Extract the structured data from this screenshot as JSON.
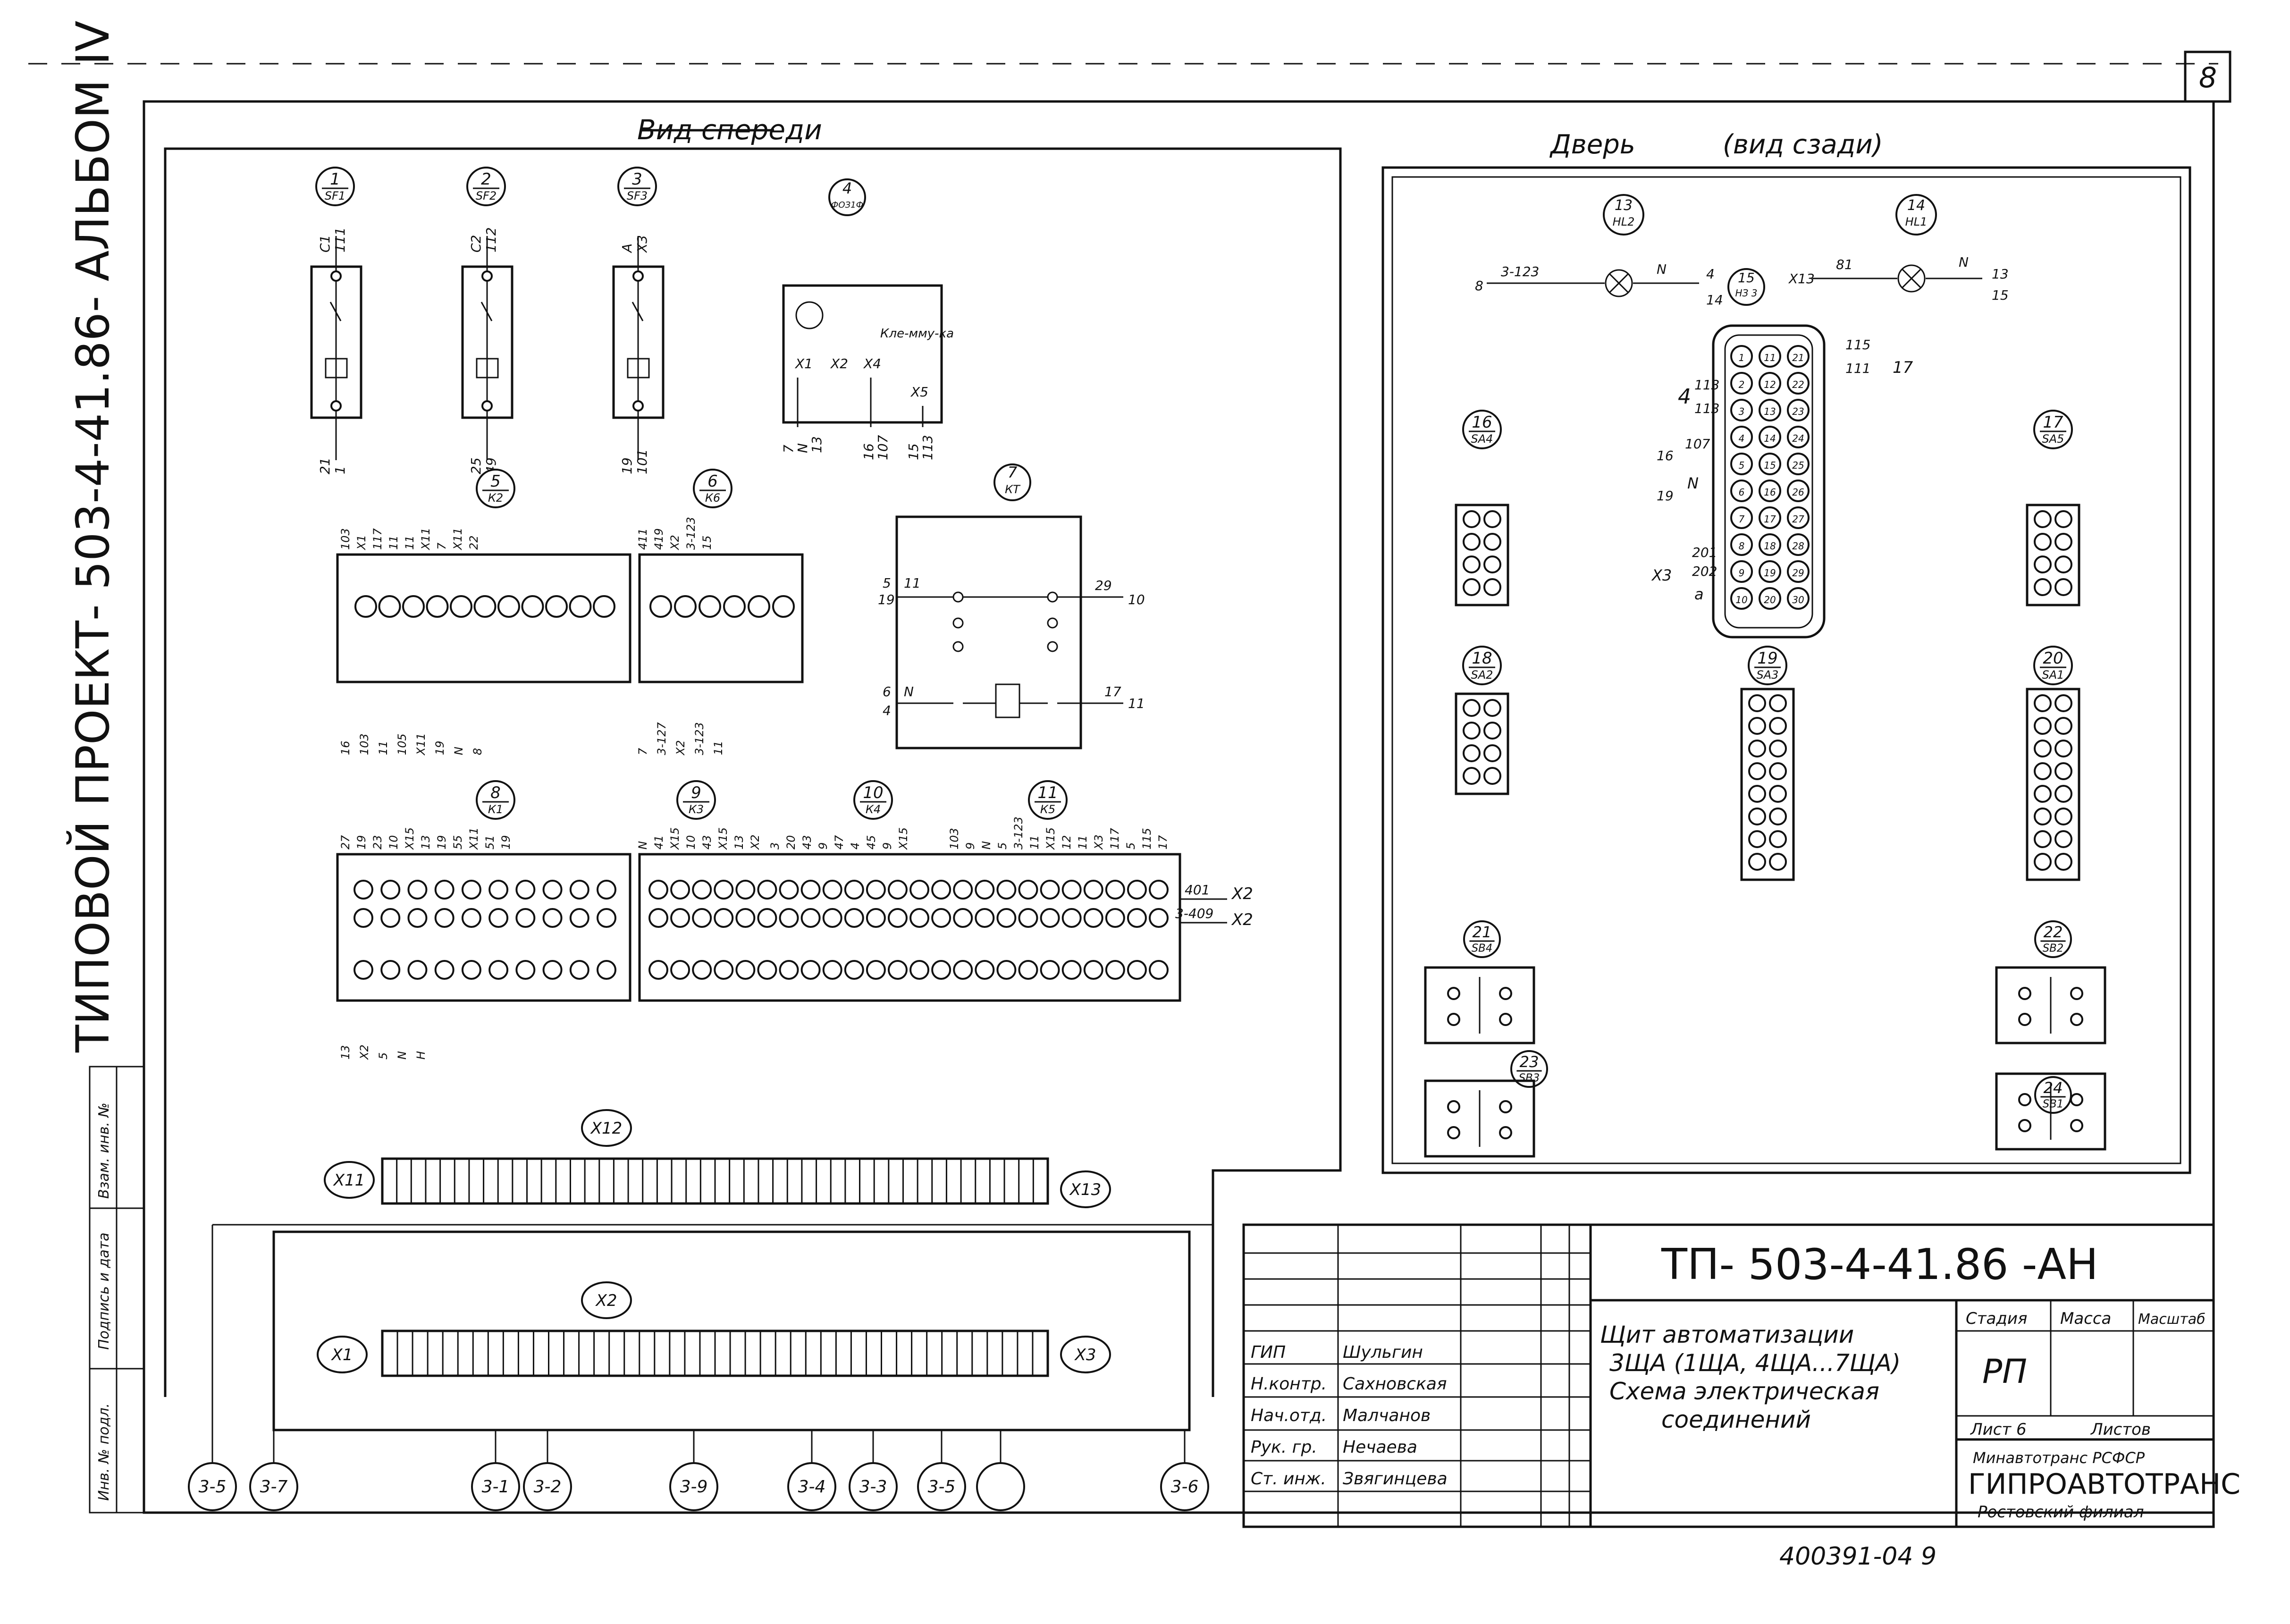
{
  "sheet_number": "8",
  "side_caption": "ТИПОВОЙ  ПРОЕКТ- 503-4-41.86- АЛЬБОМ IV",
  "side_table": [
    "Взам. инв. №",
    "Подпись и дата",
    "Инв. № подл."
  ],
  "front_view": {
    "title": "Вид спереди",
    "breakers": [
      {
        "num": "1",
        "ref": "SF1",
        "top_wires": [
          "С1",
          "111"
        ],
        "bottom_wires": [
          "21",
          "1"
        ]
      },
      {
        "num": "2",
        "ref": "SF2",
        "top_wires": [
          "С2",
          "112"
        ],
        "bottom_wires": [
          "25",
          "49"
        ]
      },
      {
        "num": "3",
        "ref": "SF3",
        "top_wires": [
          "А",
          "Х3"
        ],
        "bottom_wires": [
          "19",
          "101"
        ]
      }
    ],
    "meter": {
      "num": "4",
      "ref": "ФОЗ1Ф",
      "label": "Кле-мму-ка",
      "terminals": [
        "Х1",
        "Х2",
        "Х4",
        "Х5"
      ],
      "wires": [
        "7",
        "N",
        "13",
        "16",
        "107",
        "15",
        "113"
      ]
    },
    "timer": {
      "num": "7",
      "ref": "КТ",
      "left": [
        [
          "5",
          "11"
        ],
        [
          "19",
          ""
        ],
        [
          "6",
          "N"
        ],
        [
          "4",
          ""
        ]
      ],
      "right": [
        [
          "29",
          "10"
        ],
        [
          "17",
          "11"
        ]
      ]
    },
    "relays": [
      {
        "num": "5",
        "ref": "К2",
        "bottom_wires": [
          "16",
          "103",
          "11",
          "105",
          "Х11",
          "19",
          "N",
          "8"
        ],
        "top_wires": [
          "103",
          "Х1",
          "117",
          "11",
          "11",
          "Х11",
          "7",
          "Х11",
          "22"
        ]
      },
      {
        "num": "6",
        "ref": "К6",
        "top_wires": [
          "411",
          "419",
          "Х2",
          "3-123",
          "15"
        ],
        "bottom_wires": [
          "7",
          "3-127",
          "Х2",
          "3-123",
          "11"
        ]
      },
      {
        "num": "8",
        "ref": "К1",
        "top_wires": [
          "27",
          "19",
          "23",
          "10",
          "Х15",
          "13",
          "19",
          "55",
          "Х11",
          "51",
          "19"
        ],
        "bottom_wires": [
          "13",
          "Х2",
          "5",
          "N",
          "Н"
        ]
      },
      {
        "num": "9",
        "ref": "К3",
        "top_wires": [
          "N",
          "41",
          "Х15",
          "10",
          "43",
          "Х15",
          "13",
          "Х2"
        ]
      },
      {
        "num": "10",
        "ref": "К4",
        "top_wires": [
          "3",
          "20",
          "43",
          "9",
          "47",
          "4",
          "45",
          "9",
          "Х15"
        ]
      },
      {
        "num": "11",
        "ref": "К5",
        "top_wires": [
          "103",
          "9",
          "N",
          "5",
          "3-123",
          "11",
          "Х15",
          "12",
          "11",
          "Х3",
          "117",
          "5",
          "115",
          "17"
        ]
      }
    ],
    "relay_wires": [
      [
        "401",
        "Х2"
      ],
      [
        "3-409",
        "Х2"
      ]
    ],
    "terminal_strips": [
      {
        "label": "Х11"
      },
      {
        "label": "Х12"
      },
      {
        "label": "Х13"
      },
      {
        "label": "Х1"
      },
      {
        "label": "Х2"
      },
      {
        "label": "Х3"
      }
    ],
    "cable_markers": [
      "3-5",
      "3-7",
      "3-1",
      "3-2",
      "3-9",
      "3-4",
      "3-3",
      "3-5",
      "",
      "3-6"
    ]
  },
  "door_view": {
    "title": "Дверь",
    "subtitle": "(вид сзади)",
    "lamps": [
      {
        "num": "13",
        "ref": "HL2",
        "left": [
          "8",
          "3-123"
        ],
        "right": [
          "N",
          "4",
          "14"
        ]
      },
      {
        "num": "14",
        "ref": "HL1",
        "left": [
          "Х13",
          "81"
        ],
        "right": [
          "N",
          "13",
          "15"
        ]
      }
    ],
    "connector": {
      "num": "15",
      "ref": "НЗ 3",
      "left_wires": [
        "4",
        "113",
        "113",
        "16",
        "107",
        "19",
        "N",
        "Х3",
        "201",
        "202",
        "а"
      ],
      "right_wires": [
        "115",
        "111",
        "17"
      ]
    },
    "switches": [
      {
        "num": "16",
        "ref": "SA4"
      },
      {
        "num": "17",
        "ref": "SA5"
      },
      {
        "num": "18",
        "ref": "SA2"
      },
      {
        "num": "19",
        "ref": "SA3"
      },
      {
        "num": "20",
        "ref": "SA1"
      }
    ],
    "buttons": [
      {
        "num": "21",
        "ref": "SB4"
      },
      {
        "num": "22",
        "ref": "SB2"
      },
      {
        "num": "23",
        "ref": "SB3"
      },
      {
        "num": "24",
        "ref": "SB1"
      }
    ]
  },
  "title_block": {
    "code": "ТП- 503-4-41.86 -АН",
    "title_lines": [
      "Щит автоматизации",
      "3ЩА (1ЩА, 4ЩА...7ЩА)",
      "Схема электрическая",
      "соединений"
    ],
    "headers": {
      "stage": "Стадия",
      "mass": "Масса",
      "scale": "Масштаб"
    },
    "stage_value": "РП",
    "sheet_label": "Лист 6",
    "sheets_label": "Листов",
    "org": [
      "Минавтотранс РСФСР",
      "ГИПРОАВТОТРАНС",
      "Ростовский филиал"
    ],
    "roles": [
      {
        "role": "ГИП",
        "name": "Шульгин"
      },
      {
        "role": "Н.контр.",
        "name": "Сахновская"
      },
      {
        "role": "Нач.отд.",
        "name": "Малчанов"
      },
      {
        "role": "Рук. гр.",
        "name": "Нечаева"
      },
      {
        "role": "Ст. инж.",
        "name": "Звягинцева"
      }
    ]
  },
  "footer_code": "400391-04  9"
}
